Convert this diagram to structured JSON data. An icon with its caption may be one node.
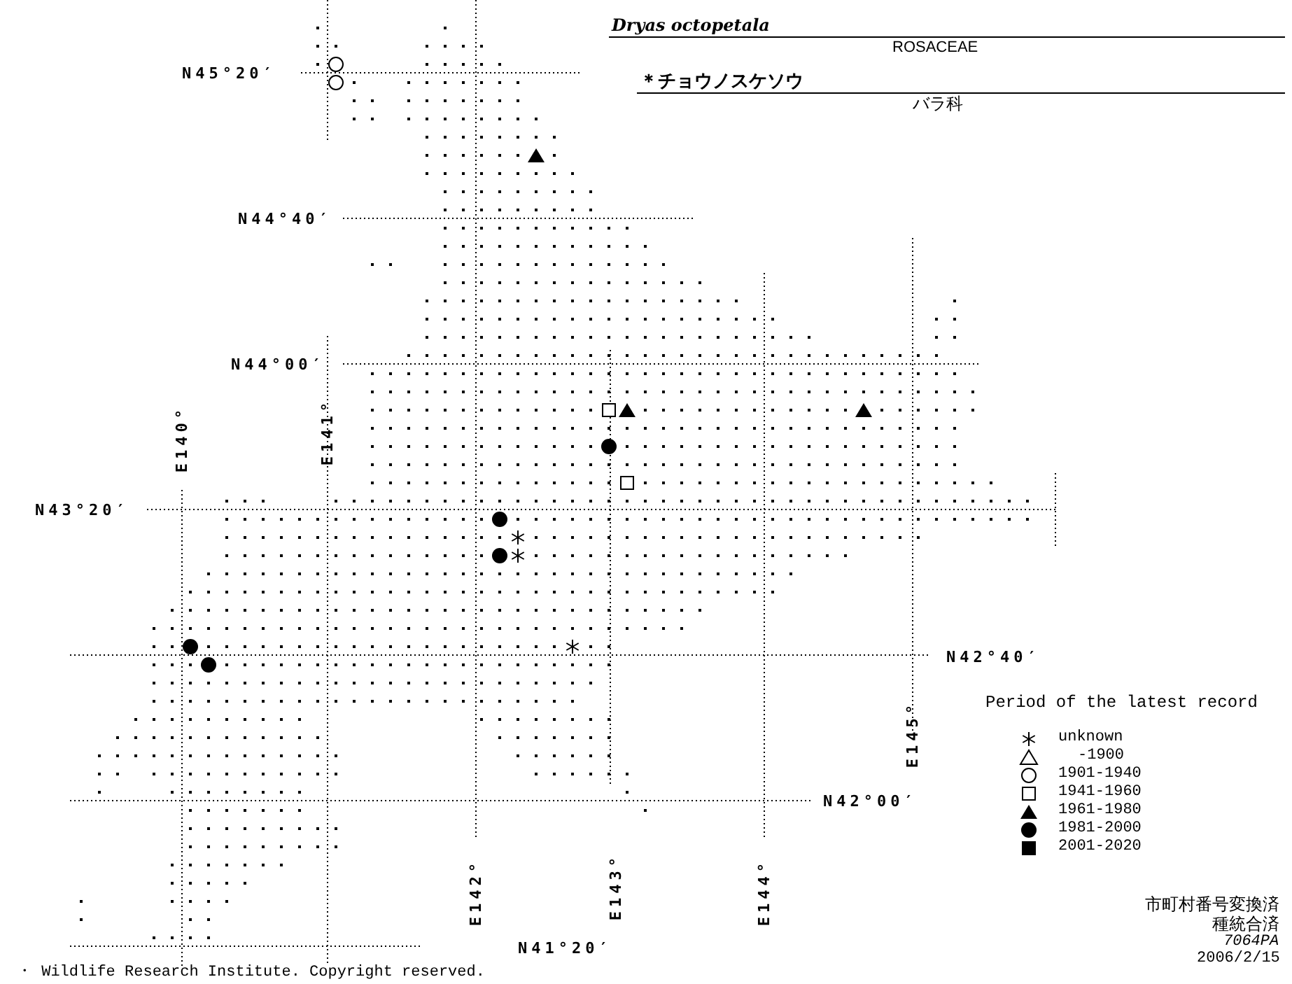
{
  "diagram": {
    "labels": [
      "Dryas octopetala",
      "ROSACEAE",
      "＊チョウノスケソウ",
      "バラ科",
      "N45°20′",
      "N44°40′",
      "N44°00′",
      "N43°20′",
      "N42°40′",
      "N42°00′",
      "N41°20′",
      "E140°",
      "E141°",
      "E142°",
      "E143°",
      "E144°",
      "E145°",
      "Period of the latest record",
      "市町村番号変換済",
      "種統合済",
      "7064PA",
      "2006/2/15",
      "・ Wildlife Research Institute. Copyright reserved."
    ],
    "legend": [
      {
        "text": "unknown"
      },
      {
        "text": "-1900"
      },
      {
        "text": "1901-1940"
      },
      {
        "text": "1941-1960"
      },
      {
        "text": "1961-1980"
      },
      {
        "text": "1981-2000"
      },
      {
        "text": "2001-2020"
      }
    ]
  }
}
